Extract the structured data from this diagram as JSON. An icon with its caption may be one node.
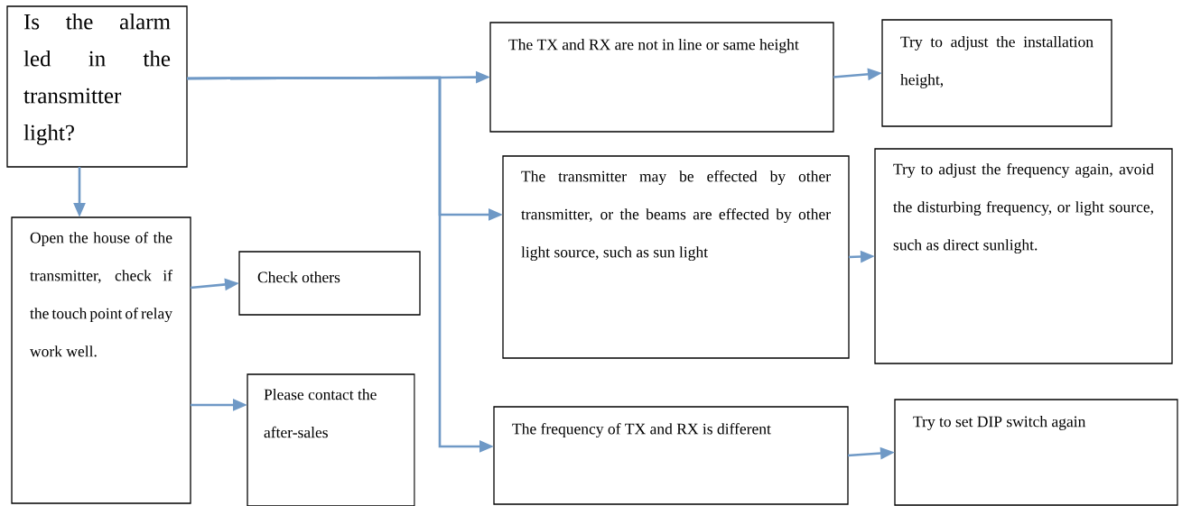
{
  "diagram": {
    "nodes": [
      {
        "text": [
          "Is the alarm led in the transmitter light?"
        ]
      },
      {
        "text": [
          "The TX and RX are not in line or same height"
        ]
      },
      {
        "text": [
          "Try to adjust the installation height,"
        ]
      },
      {
        "text": [
          "The transmitter may be effected by other transmitter, or the beams are effected by other light source, such as sun light"
        ]
      },
      {
        "text": [
          "Try to adjust the frequency again, avoid the disturbing frequency, or light source, such as direct sunlight."
        ]
      },
      {
        "text": [
          "Open the house of the transmitter, check if the touch point of relay work well."
        ]
      },
      {
        "text": [
          "Check others"
        ]
      },
      {
        "text": [
          "Please contact the after-sales"
        ]
      },
      {
        "text": [
          "The frequency of TX and RX is different"
        ]
      },
      {
        "text": [
          "Try to set DIP switch again"
        ]
      }
    ],
    "edges": [
      {
        "from": 0,
        "to": 1,
        "arrow": "to"
      },
      {
        "from": 0,
        "to": 3,
        "arrow": "to"
      },
      {
        "from": 0,
        "to": 8,
        "arrow": "to"
      },
      {
        "from": 0,
        "to": 5,
        "arrow": "to"
      },
      {
        "from": 1,
        "to": 2,
        "arrow": "to"
      },
      {
        "from": 3,
        "to": 4,
        "arrow": "to"
      },
      {
        "from": 8,
        "to": 9,
        "arrow": "to"
      },
      {
        "from": 5,
        "to": 6,
        "arrow": "to"
      },
      {
        "from": 5,
        "to": 7,
        "arrow": "to"
      }
    ]
  }
}
